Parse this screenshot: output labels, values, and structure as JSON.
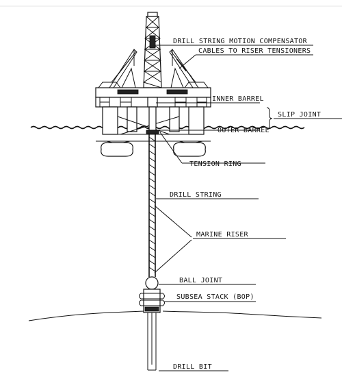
{
  "labels": {
    "drill_string_motion_compensator": "DRILL STRING MOTION COMPENSATOR",
    "cables_to_riser_tensioners": "CABLES TO RISER TENSIONERS",
    "inner_barrel": "INNER BARREL",
    "slip_joint": "SLIP JOINT",
    "outer_barrel": "OUTER BARREL",
    "tension_ring": "TENSION RING",
    "drill_string": "DRILL STRING",
    "marine_riser": "MARINE RISER",
    "ball_joint": "BALL JOINT",
    "subsea_stack_bop": "SUBSEA STACK (BOP)",
    "drill_bit": "DRILL BIT"
  }
}
